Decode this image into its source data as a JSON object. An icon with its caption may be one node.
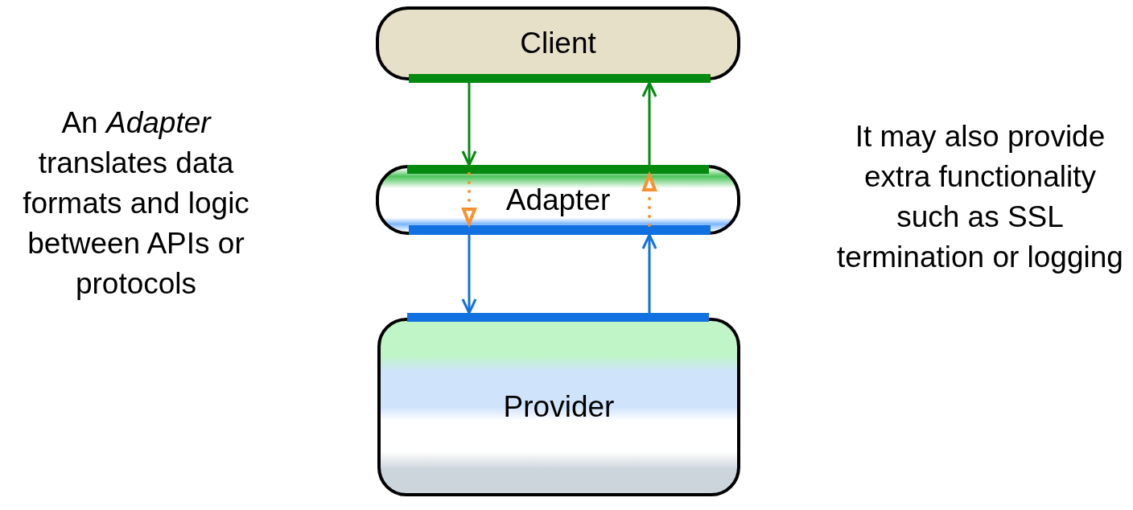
{
  "diagram": {
    "nodes": [
      {
        "text": [
          "Client"
        ]
      },
      {
        "text": [],
        "shape": "bar"
      },
      {
        "text": [
          "Adapter"
        ]
      },
      {
        "text": [],
        "shape": "bar",
        "in": 2
      },
      {
        "text": [],
        "shape": "bar",
        "in": 2
      },
      {
        "text": [],
        "shape": "bar"
      },
      {
        "text": [
          "Provider"
        ]
      }
    ],
    "edges": [
      {
        "from": 1,
        "to": 3,
        "arrow": "to",
        "color": "#048a0e"
      },
      {
        "from": 3,
        "to": 1,
        "arrow": "to",
        "color": "#048a0e"
      },
      {
        "from": 3,
        "to": 4,
        "arrow": "to",
        "style": "dashed",
        "color": "#f7922f"
      },
      {
        "from": 4,
        "to": 3,
        "arrow": "to",
        "style": "dashed",
        "color": "#f7922f"
      },
      {
        "from": 4,
        "to": 5,
        "arrow": "to",
        "color": "#1171e0"
      },
      {
        "from": 5,
        "to": 4,
        "arrow": "to",
        "color": "#1171e0"
      }
    ],
    "labels": [
      "An *Adapter* translates data formats and logic between APIs or protocols",
      "It may also provide extra functionality such as SSL termination or logging"
    ]
  }
}
